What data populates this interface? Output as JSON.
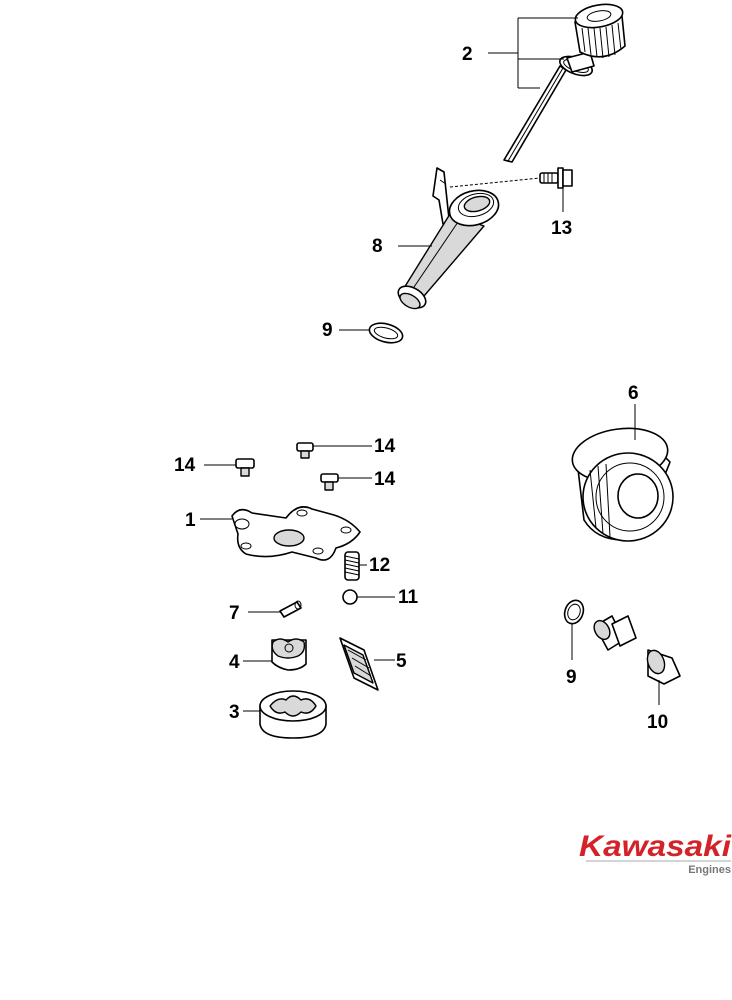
{
  "callouts": {
    "c1": "1",
    "c2": "2",
    "c3": "3",
    "c4": "4",
    "c5": "5",
    "c6": "6",
    "c7": "7",
    "c8": "8",
    "c9a": "9",
    "c9b": "9",
    "c10": "10",
    "c11": "11",
    "c12": "12",
    "c13": "13",
    "c14a": "14",
    "c14b": "14",
    "c14c": "14"
  },
  "logo": {
    "brand": "Kawasaki",
    "sub": "Engines",
    "brand_color": "#d4222a"
  }
}
